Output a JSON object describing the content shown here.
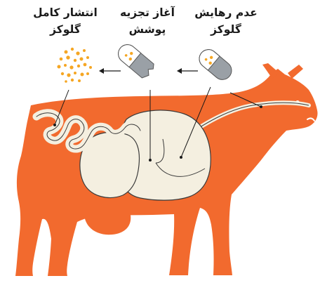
{
  "labels": {
    "no_release": {
      "line1": "عدم رهایش",
      "line2": "گلوکز"
    },
    "partial": {
      "line1": "آغاز تجزیه",
      "line2": "پوشش"
    },
    "full_release": {
      "line1": "انتشار کامل",
      "line2": "گلوکز"
    }
  },
  "colors": {
    "cow": "#f26a2e",
    "organs": "#f4efe0",
    "organ_outline": "#3a3a3a",
    "capsule_body": "#9aa0a6",
    "capsule_cap": "#ffffff",
    "granules": "#f5a623"
  },
  "icons": [
    "intact-capsule-icon",
    "broken-capsule-icon",
    "glucose-granules-icon",
    "arrow-left-icon"
  ]
}
